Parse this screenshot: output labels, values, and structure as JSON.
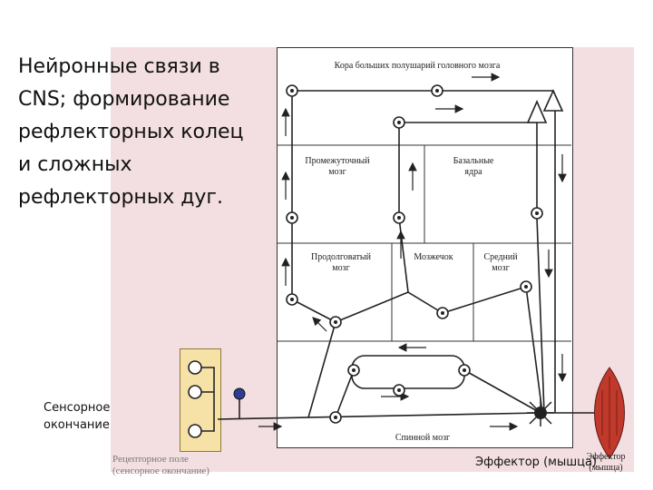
{
  "slide": {
    "title": "Нейронные связи в CNS; формирование рефлекторных колец и сложных рефлекторных дуг.",
    "sensory_caption": "Сенсорное окончание",
    "effector_caption": "Эффектор (мышца)"
  },
  "diagram": {
    "regions": {
      "cortex": "Кора больших полушарий головного мозга",
      "diencephalon": [
        "Промежуточный",
        "мозг"
      ],
      "basal_ganglia": [
        "Базальные",
        "ядра"
      ],
      "medulla": [
        "Продолговатый",
        "мозг"
      ],
      "cerebellum": "Мозжечок",
      "midbrain": [
        "Средний",
        "мозг"
      ],
      "spinal_cord": "Спинной мозг"
    },
    "receptor_field": [
      "Рецепторное поле",
      "(сенсорное окончание)"
    ],
    "effector_label": [
      "Эффектор",
      "(мышца)"
    ]
  },
  "colors": {
    "background_tint": "#f3dfe1",
    "receptor_box": "#f6e2a6",
    "muscle": "#c0392b",
    "sensory_ending": "#2c3e8f"
  }
}
